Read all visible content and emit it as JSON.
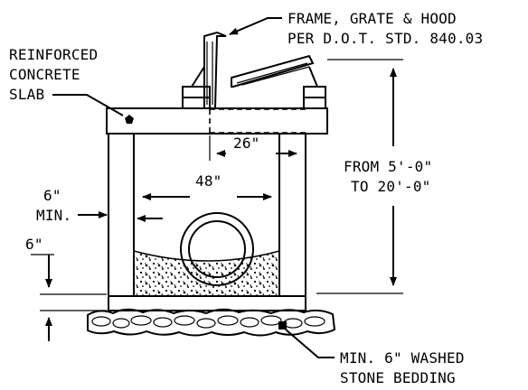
{
  "labels": {
    "frame_line1": "FRAME, GRATE & HOOD",
    "frame_line2": "PER D.O.T. STD. 840.03",
    "slab_line1": "REINFORCED",
    "slab_line2": "CONCRETE",
    "slab_line3": "SLAB",
    "height_line1": "FROM 5'-0\"",
    "height_line2": "TO 20'-0\"",
    "inner_width": "48\"",
    "opening_width": "26\"",
    "wall_line1": "6\"",
    "wall_line2": "MIN.",
    "floor_thickness": "6\"",
    "bedding_line1": "MIN. 6\" WASHED",
    "bedding_line2": "STONE BEDDING"
  }
}
